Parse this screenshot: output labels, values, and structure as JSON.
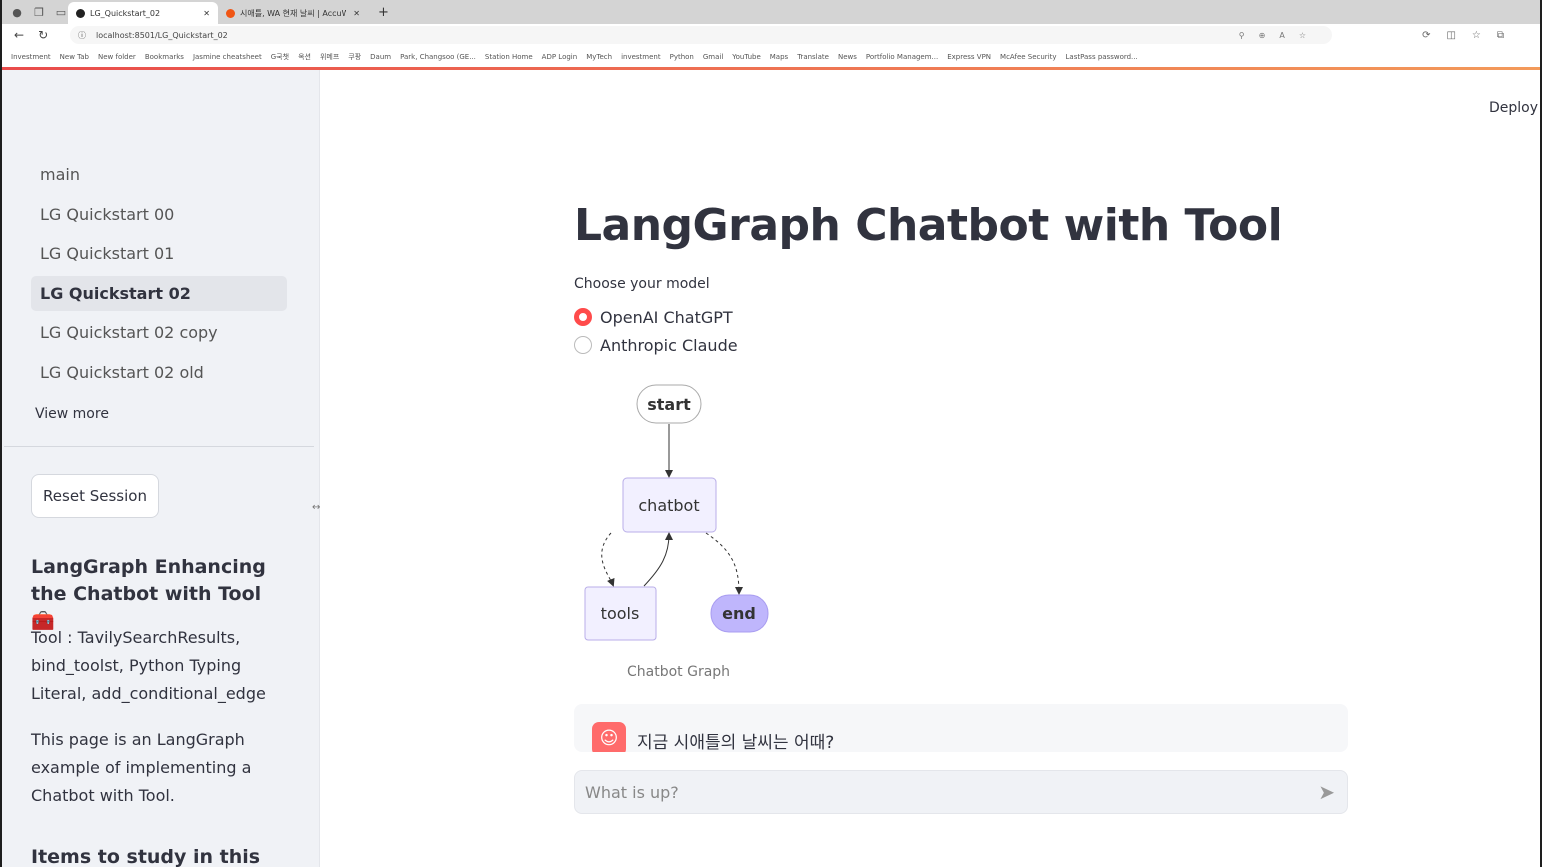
{
  "browser": {
    "tabs": [
      {
        "title": "LG_Quickstart_02"
      },
      {
        "title": "시애틀, WA 현재 날씨 | AccuWeather"
      }
    ],
    "url": "localhost:8501/LG_Quickstart_02",
    "bookmarks": [
      "Investment",
      "New Tab",
      "New folder",
      "Bookmarks",
      "Jasmine cheatsheet",
      "G국챗",
      "옥션",
      "위메프",
      "쿠팡",
      "Daum",
      "Park, Changsoo (GE...",
      "Station Home",
      "ADP Login",
      "MyTech",
      "investment",
      "Python",
      "Gmail",
      "YouTube",
      "Maps",
      "Translate",
      "News",
      "Portfolio Managem...",
      "Express VPN",
      "McAfee Security",
      "LastPass password..."
    ]
  },
  "sidebar": {
    "nav": [
      "main",
      "LG Quickstart 00",
      "LG Quickstart 01",
      "LG Quickstart 02",
      "LG Quickstart 02 copy",
      "LG Quickstart 02 old"
    ],
    "selected": "LG Quickstart 02",
    "view_more": "View more",
    "reset": "Reset Session",
    "heading": "LangGraph Enhancing the Chatbot with Tool",
    "heading_emoji": "🧰",
    "tool_text": "Tool : TavilySearchResults, bind_toolst, Python Typing Literal, add_conditional_edge",
    "desc": "This page is an LangGraph example of implementing a Chatbot with Tool.",
    "items_heading": "Items to study in this"
  },
  "main": {
    "deploy": "Deploy",
    "title": "LangGraph Chatbot with Tool",
    "model_label": "Choose your model",
    "models": [
      "OpenAI ChatGPT",
      "Anthropic Claude"
    ],
    "selected_model": "OpenAI ChatGPT",
    "graph": {
      "nodes": [
        "start",
        "chatbot",
        "tools",
        "end"
      ],
      "caption": "Chatbot Graph"
    },
    "message": "지금 시애틀의 날씨는 어때?",
    "input_placeholder": "What is up?"
  },
  "colors": {
    "accent": "#ff4b4b",
    "node_fill": "#f2f0ff",
    "end_fill": "#bfb6fc"
  }
}
